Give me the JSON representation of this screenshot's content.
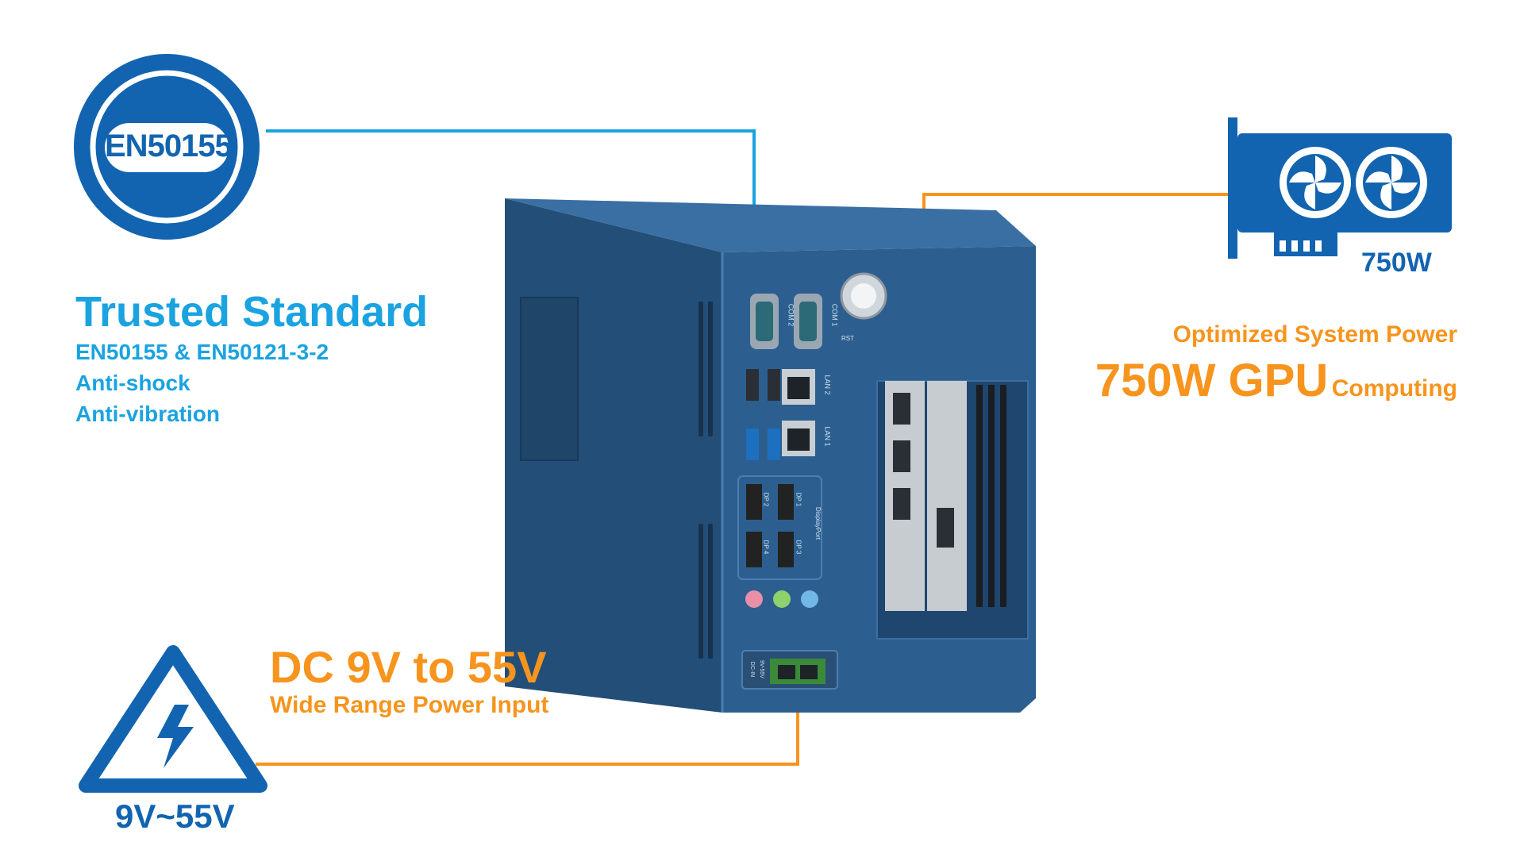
{
  "cert_badge": {
    "text": "EN50155"
  },
  "trusted": {
    "title": "Trusted Standard",
    "lines": [
      "EN50155 & EN50121-3-2",
      "Anti-shock",
      "Anti-vibration"
    ]
  },
  "gpu": {
    "badge_label": "750W",
    "subtitle": "Optimized System Power",
    "headline": "750W GPU",
    "headline_suffix": "Computing"
  },
  "power": {
    "title": "DC 9V to 55V",
    "subtitle": "Wide Range Power Input",
    "badge_label": "9V~55V"
  },
  "device": {
    "ports": {
      "com2": "COM 2",
      "com1": "COM 1",
      "rst": "RST",
      "lan2": "LAN 2",
      "lan1": "LAN 1",
      "dp2": "DP 2",
      "dp1": "DP 1",
      "dp4": "DP 4",
      "dp3": "DP 3",
      "displayport": "DisplayPort",
      "dcin": "DC-IN",
      "dcin_range": "9V-55V"
    }
  },
  "colors": {
    "blue_accent": "#1aa3e0",
    "orange_accent": "#f7941d",
    "dark_blue": "#1264b0",
    "chassis": "#2c5f8f"
  }
}
